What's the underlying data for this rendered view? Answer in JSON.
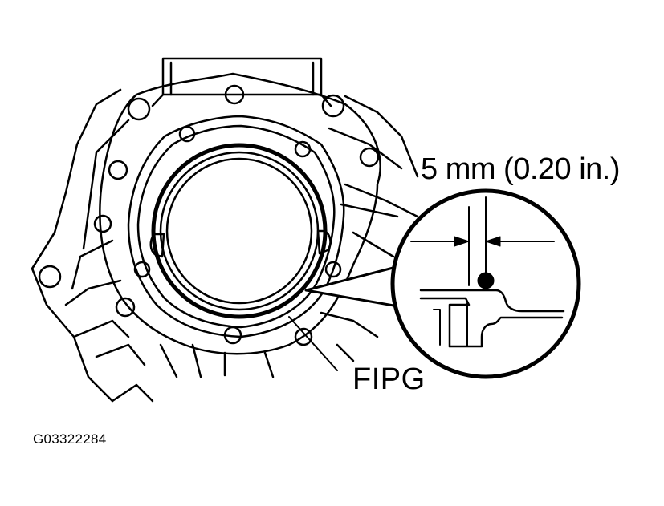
{
  "diagram": {
    "dimension_label": "5 mm (0.20 in.)",
    "part_label": "FIPG",
    "figure_id": "G03322284"
  },
  "colors": {
    "line": "#000000",
    "background": "#ffffff"
  }
}
